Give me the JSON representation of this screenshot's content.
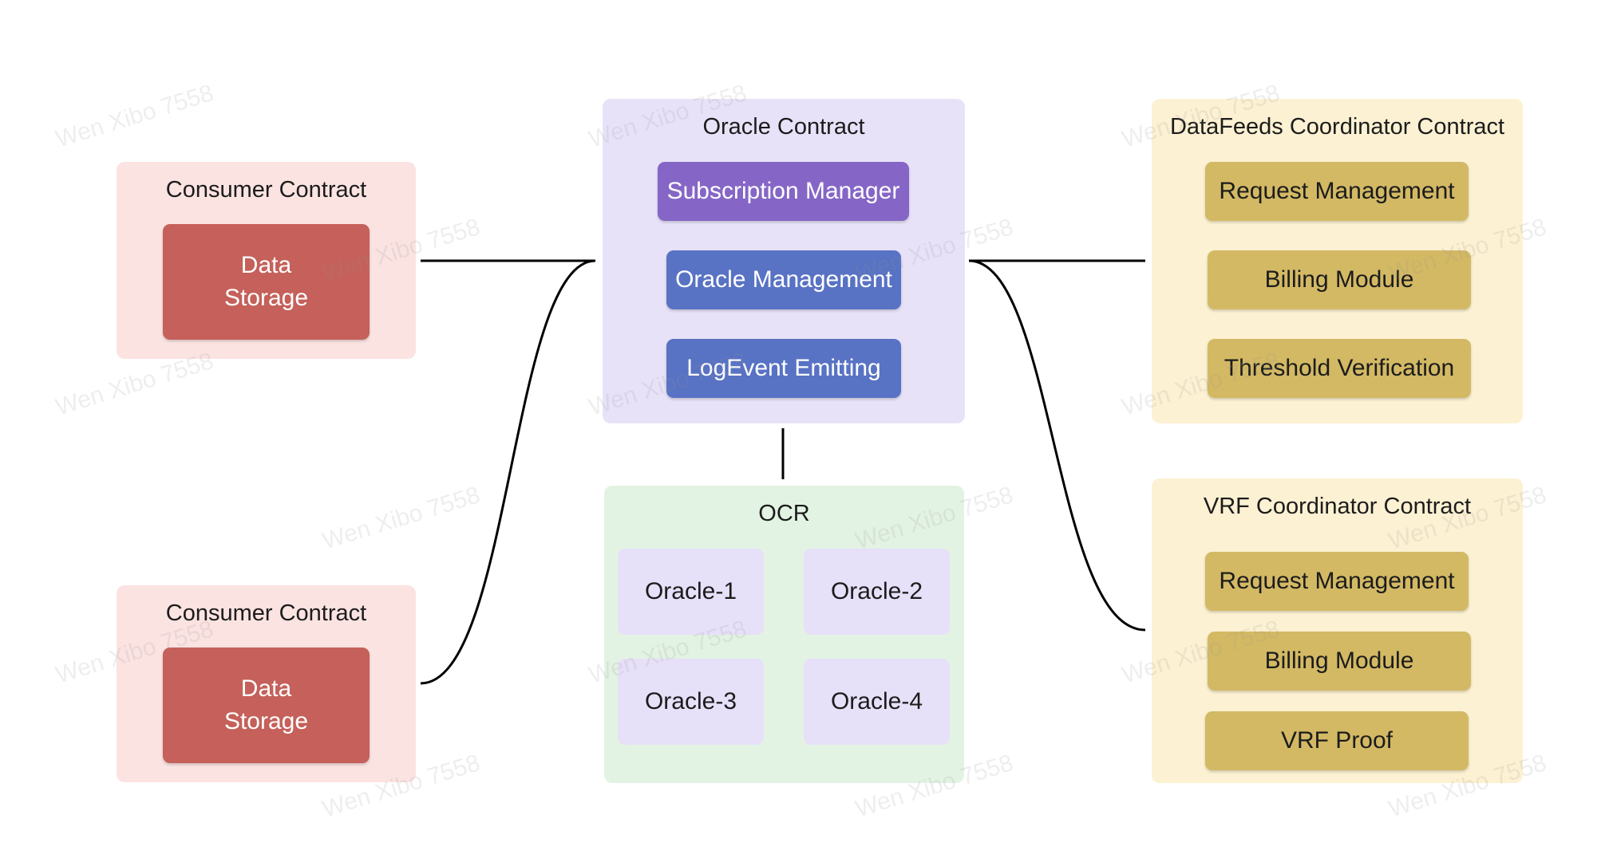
{
  "consumer_top": {
    "title": "Consumer Contract",
    "storage_label": "Data\nStorage"
  },
  "consumer_bottom": {
    "title": "Consumer Contract",
    "storage_label": "Data\nStorage"
  },
  "oracle_contract": {
    "title": "Oracle Contract",
    "items": [
      "Subscription Manager",
      "Oracle Management",
      "LogEvent Emitting"
    ]
  },
  "ocr": {
    "title": "OCR",
    "oracles": [
      "Oracle-1",
      "Oracle-2",
      "Oracle-3",
      "Oracle-4"
    ]
  },
  "datafeeds_coordinator": {
    "title": "DataFeeds Coordinator Contract",
    "items": [
      "Request Management",
      "Billing Module",
      "Threshold Verification"
    ]
  },
  "vrf_coordinator": {
    "title": "VRF Coordinator Contract",
    "items": [
      "Request Management",
      "Billing Module",
      "VRF Proof"
    ]
  },
  "watermark": "Wen Xibo 7558",
  "colors": {
    "consumer_panel": "#fbe3e2",
    "data_storage": "#c5605a",
    "oracle_panel": "#e8e2f9",
    "subscription_manager": "#8566c6",
    "oracle_items": "#5872c4",
    "ocr_panel": "#e3f3e3",
    "oracle_node": "#e7e0f9",
    "coordinator_panel": "#fcf1d2",
    "coordinator_items": "#d3b964",
    "connector": "#000000"
  }
}
